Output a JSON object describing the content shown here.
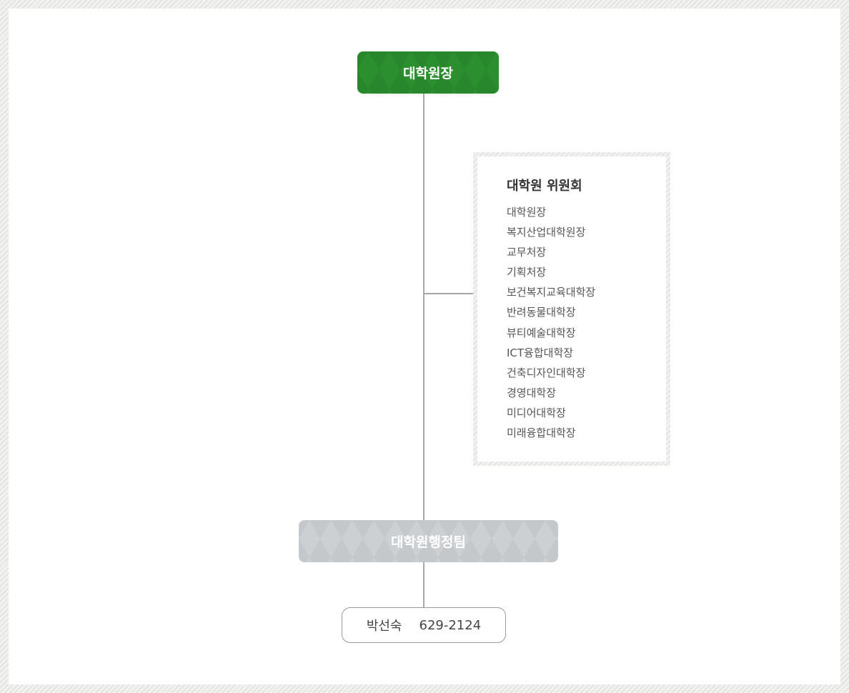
{
  "org_chart": {
    "top_node": {
      "label": "대학원장",
      "color": "#2b8f2f"
    },
    "committee": {
      "title": "대학원 위원회",
      "members": [
        "대학원장",
        "복지산업대학원장",
        "교무처장",
        "기획처장",
        "보건복지교육대학장",
        "반려동물대학장",
        "뷰티예술대학장",
        "ICT융합대학장",
        "건축디자인대학장",
        "경영대학장",
        "미디어대학장",
        "미래융합대학장"
      ]
    },
    "team_node": {
      "label": "대학원행정팀",
      "color": "#cdd0d2"
    },
    "staff": {
      "name": "박선숙",
      "phone": "629-2124"
    }
  }
}
